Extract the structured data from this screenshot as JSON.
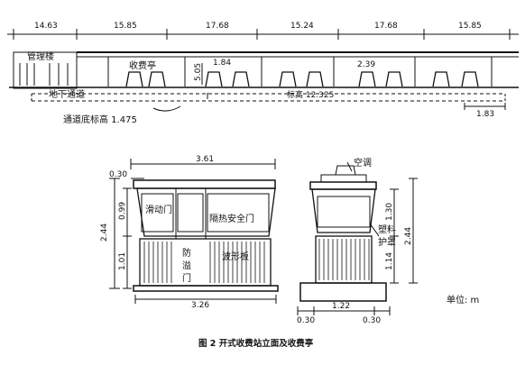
{
  "top_view": {
    "spans": [
      "14.63",
      "15.85",
      "17.68",
      "15.24",
      "17.68",
      "15.85"
    ],
    "label_management_building": "管理楼",
    "label_toll_booth": "收费亭",
    "label_underground_passage": "地下通道",
    "label_passage_bottom_elevation": "通道底标高 1.475",
    "label_elevation": "标高 12.325",
    "dim_height": "5.05",
    "dim_island": "1.84",
    "dim_booth_w": "2.39",
    "dim_island_end": "1.83"
  },
  "front_view": {
    "dim_total_width": "3.61",
    "dim_top_offset": "0.30",
    "dim_height_total": "2.44",
    "dim_upper": "0.99",
    "dim_lower": "1.01",
    "dim_base_width": "3.26",
    "label_sliding_door": "滑动门",
    "label_fire_door": "隔热安全门",
    "label_antiflood_door": "防\n溢\n门",
    "label_corrugated_board": "波形板"
  },
  "side_view": {
    "label_air_conditioner": "空调",
    "label_plastic_guard": "塑料\n护罩",
    "dim_upper": "1.30",
    "dim_lower": "1.14",
    "dim_total": "2.44",
    "dim_left": "0.30",
    "dim_mid": "1.22",
    "dim_right": "0.30"
  },
  "unit_label": "单位: m",
  "caption": "图 2  开式收费站立面及收费亭"
}
